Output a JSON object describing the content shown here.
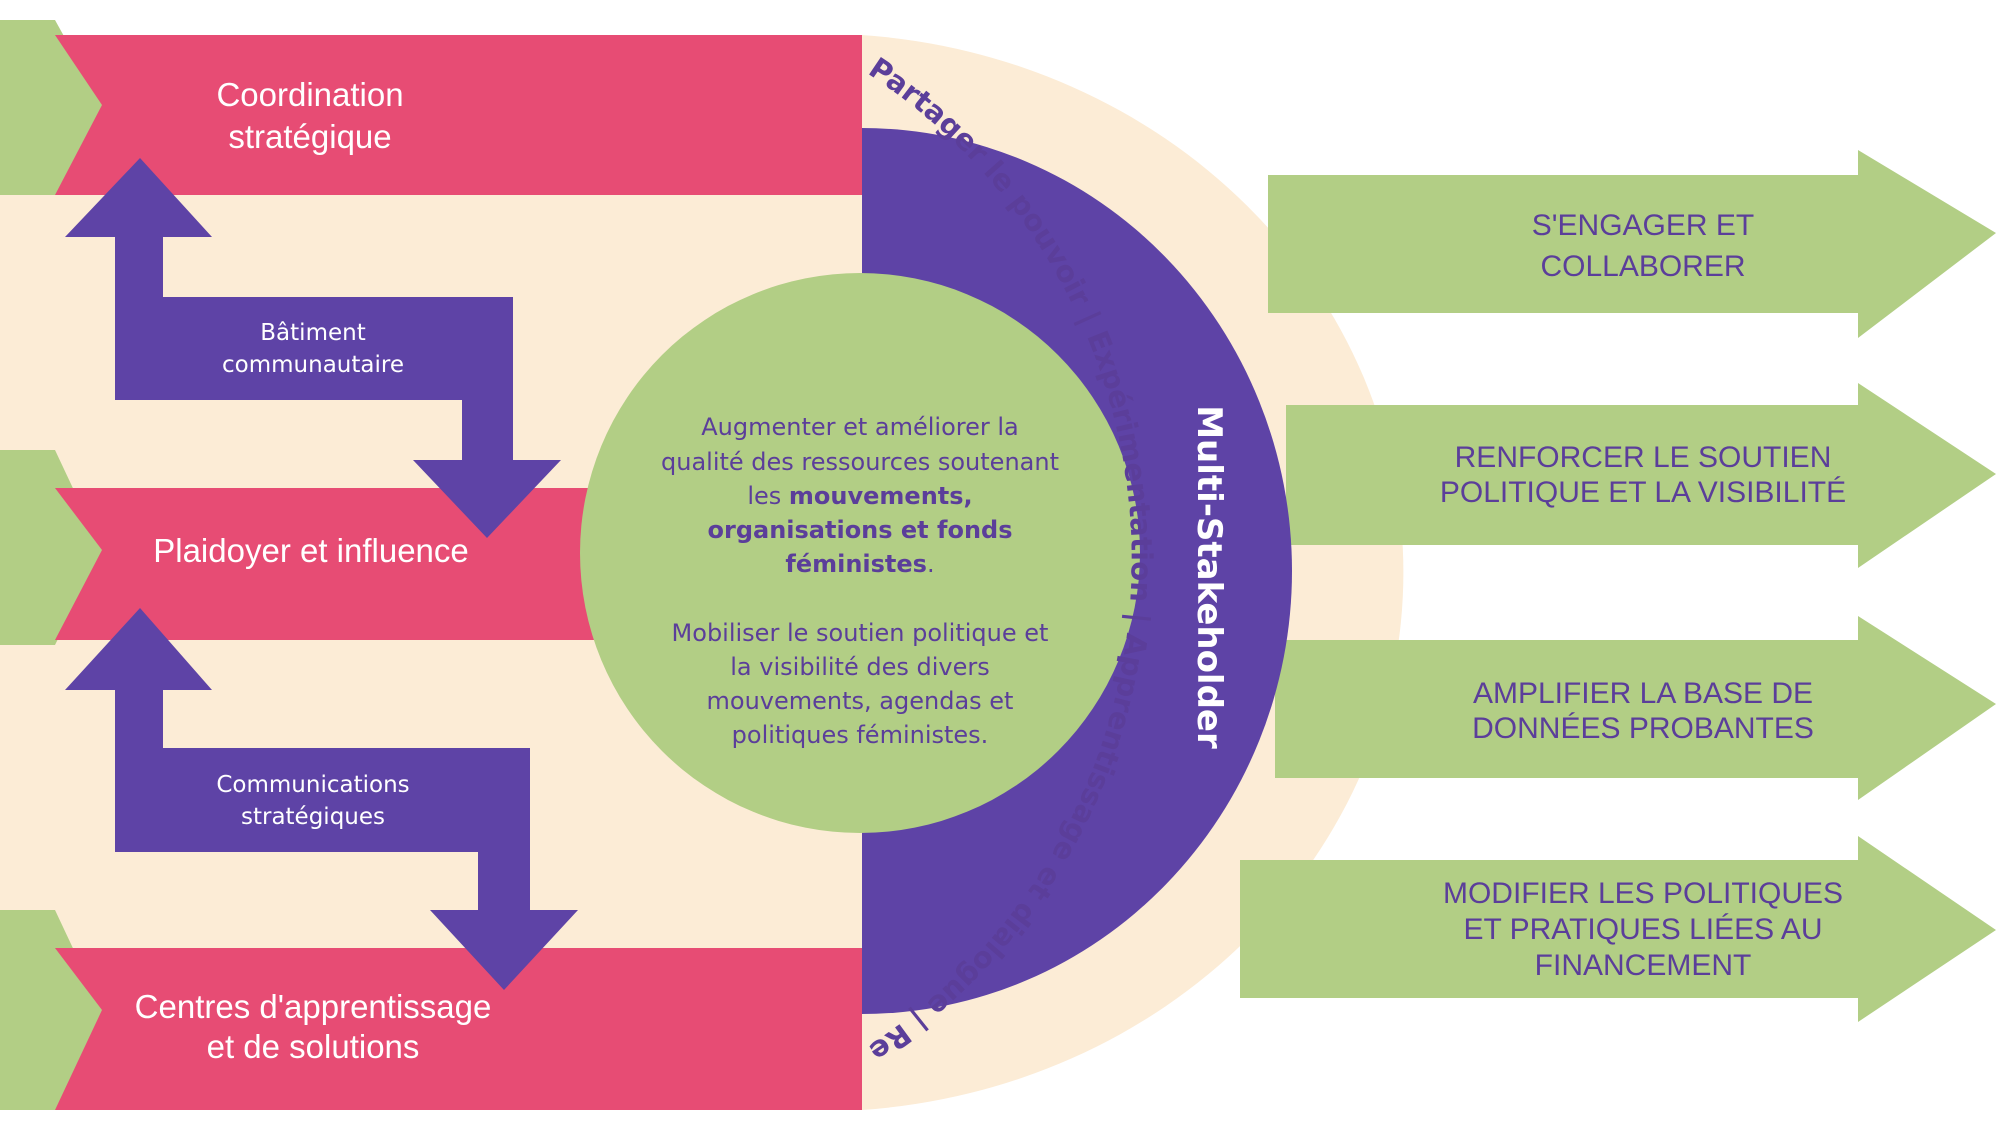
{
  "colors": {
    "pink": "#e74c74",
    "cream": "#fcecd6",
    "green": "#b2ce85",
    "purple": "#5e43a6",
    "purple_text": "#5b3e9a",
    "white": "#ffffff"
  },
  "pillars": [
    {
      "line1": "Coordination",
      "line2": "stratégique"
    },
    {
      "line1": "Plaidoyer et influence",
      "line2": ""
    },
    {
      "line1": "Centres d'apprentissage",
      "line2": "et de solutions"
    }
  ],
  "connectors": [
    {
      "line1": "Bâtiment",
      "line2": "communautaire"
    },
    {
      "line1": "Communications",
      "line2": "stratégiques"
    }
  ],
  "center": {
    "p1_line1": "Augmenter et améliorer la",
    "p1_line2": "qualité des ressources soutenant",
    "p1_line3_plain": "les ",
    "p1_line3_bold": "mouvements,",
    "p1_line4_bold": "organisations et fonds",
    "p1_line5_bold": "féministes",
    "p1_line5_plain": ".",
    "p2_line1": "Mobiliser le soutien politique et",
    "p2_line2": "la visibilité des divers",
    "p2_line3": "mouvements, agendas et",
    "p2_line4": "politiques féministes."
  },
  "ring_label": "Multi-Stakeholder",
  "outer_ring_text": "Partager le pouvoir | Expérimentation | Apprentissage et dialogue | Responsabilité | Innovation",
  "outcomes": [
    {
      "line1": "S'ENGAGER ET",
      "line2": "COLLABORER",
      "line3": ""
    },
    {
      "line1": "RENFORCER LE SOUTIEN",
      "line2": "POLITIQUE ET LA VISIBILITÉ",
      "line3": ""
    },
    {
      "line1": "AMPLIFIER LA BASE DE",
      "line2": "DONNÉES PROBANTES",
      "line3": ""
    },
    {
      "line1": "MODIFIER LES POLITIQUES",
      "line2": "ET PRATIQUES LIÉES AU",
      "line3": "FINANCEMENT"
    }
  ]
}
